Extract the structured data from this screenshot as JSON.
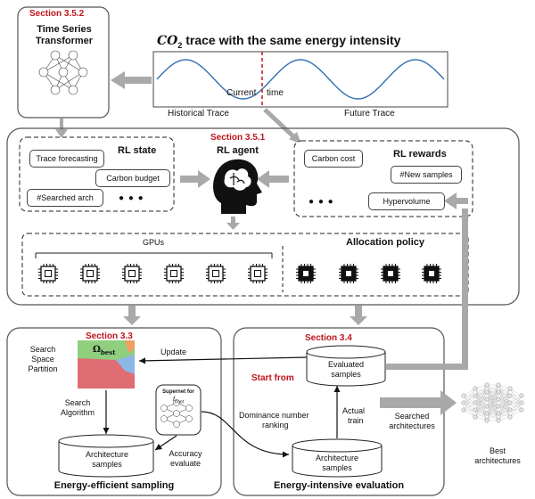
{
  "sections": {
    "transformer": "Section 3.5.2",
    "rl_agent": "Section 3.5.1",
    "sampling": "Section 3.3",
    "evaluation": "Section 3.4"
  },
  "transformer": {
    "title_line1": "Time Series",
    "title_line2": "Transformer"
  },
  "trace": {
    "title_prefix": "CO",
    "title_sub": "2",
    "title_rest": " trace with the same energy intensity",
    "current_time_1": "Current",
    "current_time_2": "time",
    "historical": "Historical Trace",
    "future": "Future Trace"
  },
  "rl_state": {
    "title": "RL state",
    "items": [
      "Trace forecasting",
      "Carbon budget",
      "#Searched arch"
    ],
    "ellipsis": "● ● ●"
  },
  "rl_agent": {
    "title": "RL agent"
  },
  "rl_rewards": {
    "title": "RL rewards",
    "items": [
      "Carbon cost",
      "#New samples",
      "Hypervolume"
    ],
    "ellipsis": "● ● ●"
  },
  "allocation": {
    "gpus_label": "GPUs",
    "policy_label": "Allocation policy"
  },
  "sampling": {
    "partition_1": "Search",
    "partition_2": "Space",
    "partition_3": "Partition",
    "omega": "Ω",
    "omega_sub": "best",
    "update": "Update",
    "search_algo_1": "Search",
    "search_algo_2": "Algorithm",
    "supernet_1": "Supernet for",
    "supernet_2": "f",
    "supernet_sub": "front",
    "arch_samples_1": "Architecture",
    "arch_samples_2": "samples",
    "accuracy_1": "Accuracy",
    "accuracy_2": "evaluate",
    "footer": "Energy-efficient sampling"
  },
  "evaluation": {
    "start_from": "Start from",
    "evaluated_1": "Evaluated",
    "evaluated_2": "samples",
    "dominance_1": "Dominance number",
    "dominance_2": "ranking",
    "actual_1": "Actual",
    "actual_2": "train",
    "arch_samples_1": "Architecture",
    "arch_samples_2": "samples",
    "footer": "Energy-intensive evaluation"
  },
  "output": {
    "searched_1": "Searched",
    "searched_2": "architectures",
    "best_1": "Best",
    "best_2": "architectures"
  },
  "colors": {
    "red_label": "#c0141c",
    "arrow_gray": "#a9a9a9",
    "trace_blue": "#2f6fb0",
    "partition_red": "#e06c74",
    "partition_green": "#8fcf7e",
    "partition_orange": "#f0a062",
    "partition_blue": "#8ab7e6"
  }
}
